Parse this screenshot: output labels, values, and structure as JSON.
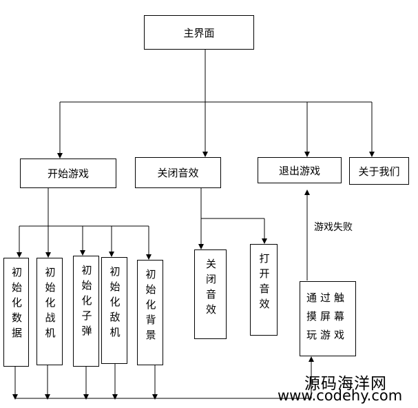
{
  "nodes": {
    "main": "主界面",
    "start_game": "开始游戏",
    "close_sound": "关闭音效",
    "exit_game": "退出游戏",
    "about_us": "关于我们",
    "init_data": "初始化数据",
    "init_fighter": "初始化战机",
    "init_bullet": "初始化子弹",
    "init_enemy": "初始化敌机",
    "init_background": "初始化背景",
    "sound_off": "关闭音效",
    "sound_on": "打开音效",
    "touch_play": "通过触摸屏幕玩游戏"
  },
  "edge_labels": {
    "game_fail": "游戏失败"
  },
  "watermark": {
    "line1": "源码海洋网",
    "line2": "www.codehy.com"
  }
}
